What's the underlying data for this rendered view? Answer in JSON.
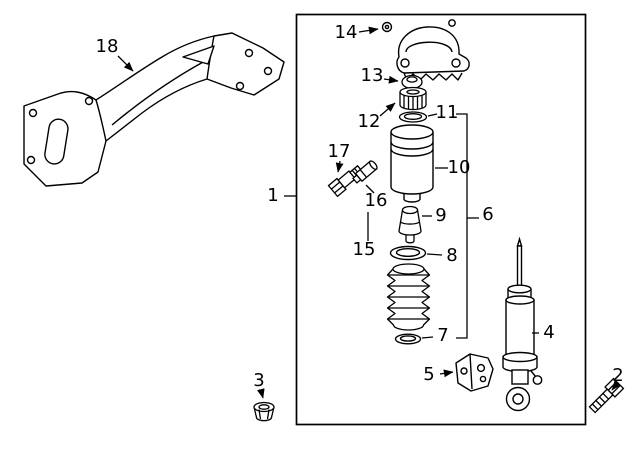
{
  "figure": {
    "type": "exploded-parts-diagram",
    "colors": {
      "background": "#ffffff",
      "line": "#000000"
    }
  },
  "labels": {
    "p1": {
      "text": "1"
    },
    "p2": {
      "text": "2"
    },
    "p3": {
      "text": "3"
    },
    "p4": {
      "text": "4"
    },
    "p5": {
      "text": "5"
    },
    "p6": {
      "text": "6"
    },
    "p7": {
      "text": "7"
    },
    "p8": {
      "text": "8"
    },
    "p9": {
      "text": "9"
    },
    "p10": {
      "text": "10"
    },
    "p11": {
      "text": "11"
    },
    "p12": {
      "text": "12"
    },
    "p13": {
      "text": "13"
    },
    "p14": {
      "text": "14"
    },
    "p15": {
      "text": "15"
    },
    "p16": {
      "text": "16"
    },
    "p17": {
      "text": "17"
    },
    "p18": {
      "text": "18"
    }
  }
}
